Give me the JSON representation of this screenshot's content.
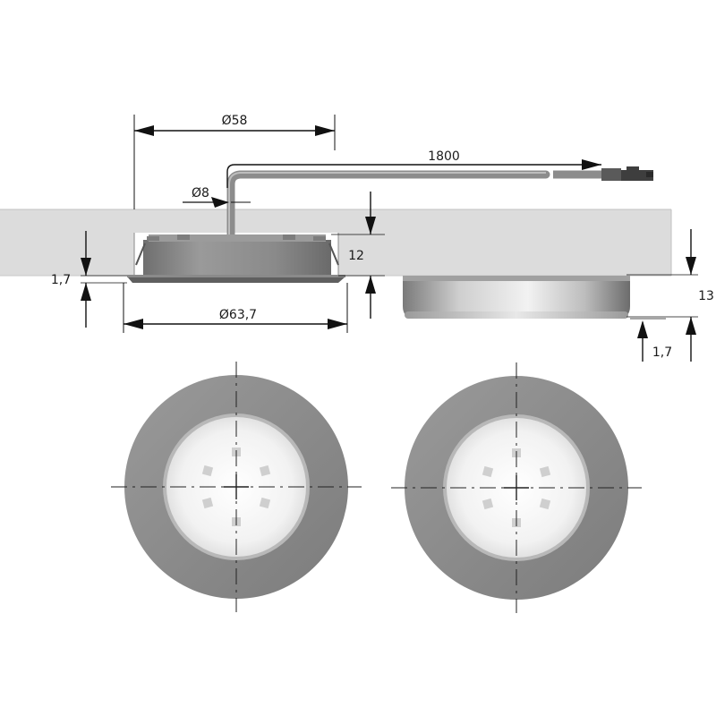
{
  "dimensions": {
    "cutout_diameter": "Ø58",
    "cable_length": "1800",
    "cable_diameter": "Ø8",
    "recessed_height": "12",
    "flange_thickness_left": "1,7",
    "flange_diameter": "Ø63,7",
    "surface_height": "13",
    "flange_thickness_right": "1,7"
  },
  "colors": {
    "panel": "#dcdcdc",
    "panel_edge": "#b8b8b8",
    "housing": "#8a8a8a",
    "ring": "#8c8c8c",
    "lens": "#f4f4f4",
    "line": "#111111"
  },
  "icons": [
    "arrow-icon",
    "center-mark-icon",
    "led-chip-icon"
  ]
}
